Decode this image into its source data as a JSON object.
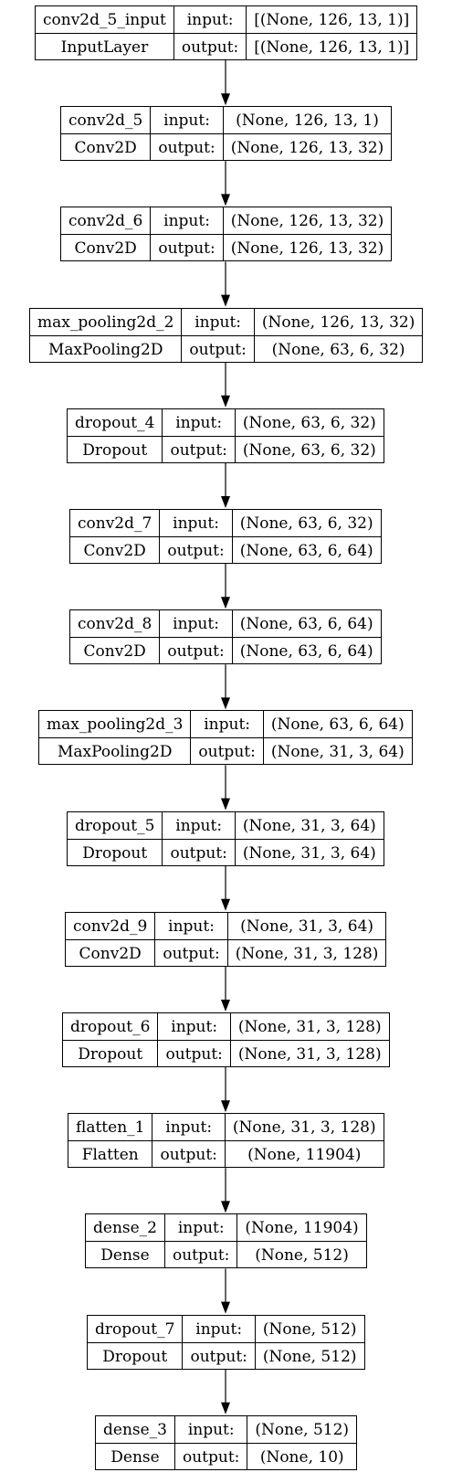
{
  "labels": {
    "input": "input:",
    "output": "output:"
  },
  "layers": [
    {
      "name": "conv2d_5_input",
      "type": "InputLayer",
      "input_shape": "[(None, 126, 13, 1)]",
      "output_shape": "[(None, 126, 13, 1)]"
    },
    {
      "name": "conv2d_5",
      "type": "Conv2D",
      "input_shape": "(None, 126, 13, 1)",
      "output_shape": "(None, 126, 13, 32)"
    },
    {
      "name": "conv2d_6",
      "type": "Conv2D",
      "input_shape": "(None, 126, 13, 32)",
      "output_shape": "(None, 126, 13, 32)"
    },
    {
      "name": "max_pooling2d_2",
      "type": "MaxPooling2D",
      "input_shape": "(None, 126, 13, 32)",
      "output_shape": "(None, 63, 6, 32)"
    },
    {
      "name": "dropout_4",
      "type": "Dropout",
      "input_shape": "(None, 63, 6, 32)",
      "output_shape": "(None, 63, 6, 32)"
    },
    {
      "name": "conv2d_7",
      "type": "Conv2D",
      "input_shape": "(None, 63, 6, 32)",
      "output_shape": "(None, 63, 6, 64)"
    },
    {
      "name": "conv2d_8",
      "type": "Conv2D",
      "input_shape": "(None, 63, 6, 64)",
      "output_shape": "(None, 63, 6, 64)"
    },
    {
      "name": "max_pooling2d_3",
      "type": "MaxPooling2D",
      "input_shape": "(None, 63, 6, 64)",
      "output_shape": "(None, 31, 3, 64)"
    },
    {
      "name": "dropout_5",
      "type": "Dropout",
      "input_shape": "(None, 31, 3, 64)",
      "output_shape": "(None, 31, 3, 64)"
    },
    {
      "name": "conv2d_9",
      "type": "Conv2D",
      "input_shape": "(None, 31, 3, 64)",
      "output_shape": "(None, 31, 3, 128)"
    },
    {
      "name": "dropout_6",
      "type": "Dropout",
      "input_shape": "(None, 31, 3, 128)",
      "output_shape": "(None, 31, 3, 128)"
    },
    {
      "name": "flatten_1",
      "type": "Flatten",
      "input_shape": "(None, 31, 3, 128)",
      "output_shape": "(None, 11904)"
    },
    {
      "name": "dense_2",
      "type": "Dense",
      "input_shape": "(None, 11904)",
      "output_shape": "(None, 512)"
    },
    {
      "name": "dropout_7",
      "type": "Dropout",
      "input_shape": "(None, 512)",
      "output_shape": "(None, 512)"
    },
    {
      "name": "dense_3",
      "type": "Dense",
      "input_shape": "(None, 512)",
      "output_shape": "(None, 10)"
    }
  ]
}
